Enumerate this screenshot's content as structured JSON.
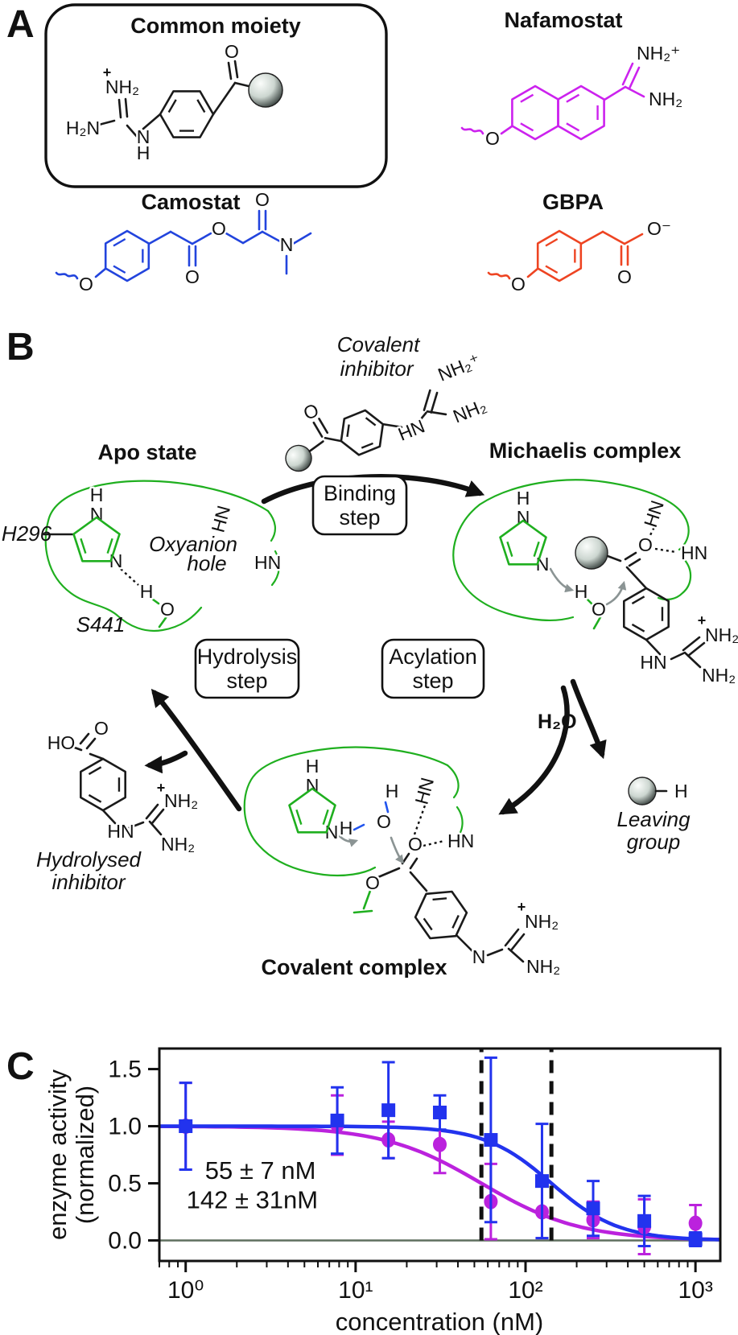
{
  "figure": {
    "panel_a_label": "A",
    "panel_b_label": "B",
    "panel_c_label": "C"
  },
  "colors": {
    "black": "#1a1a1a",
    "enzyme_green": "#1faf1f",
    "water_blue": "#2255ee",
    "nafamostat_magenta": "#cc22ee",
    "camostat_blue": "#2244dd",
    "gbpa_orange": "#ee4422",
    "chart_magenta": "#bb22dd",
    "chart_blue": "#2233ee",
    "zero_line": "#5f6f5f"
  },
  "atoms": {
    "NH2": "NH₂",
    "NH2plus": "NH₂⁺",
    "H2N": "H₂N",
    "HN": "HN",
    "N": "N",
    "H": "H",
    "O": "O",
    "HO": "HO",
    "Ominus": "O⁻",
    "plus": "+",
    "H2O": "H₂O"
  },
  "panelA": {
    "common_moiety_title": "Common moiety",
    "nafamostat_title": "Nafamostat",
    "camostat_title": "Camostat",
    "gbpa_title": "GBPA"
  },
  "panelB": {
    "covalent_inhibitor": [
      "Covalent",
      "inhibitor"
    ],
    "apo_state": "Apo state",
    "michaelis_complex": "Michaelis complex",
    "covalent_complex": "Covalent complex",
    "binding_step": [
      "Binding",
      "step"
    ],
    "acylation_step": [
      "Acylation",
      "step"
    ],
    "hydrolysis_step": [
      "Hydrolysis",
      "step"
    ],
    "residue_his": "H296",
    "residue_ser": "S441",
    "oxyanion_hole": [
      "Oxyanion",
      "hole"
    ],
    "leaving_group": [
      "Leaving",
      "group"
    ],
    "hydrolysed_inhibitor": [
      "Hydrolysed",
      "inhibitor"
    ],
    "water": "H₂O"
  },
  "chart_data": {
    "type": "scatter",
    "xlabel": "concentration (nM)",
    "ylabel_lines": [
      "enzyme activity",
      "(normalized)"
    ],
    "x_scale": "log",
    "xlim": [
      0.7,
      1400
    ],
    "ylim": [
      -0.18,
      1.68
    ],
    "yticks": [
      0.0,
      0.5,
      1.0,
      1.5
    ],
    "xticks": [
      1,
      10,
      100,
      1000
    ],
    "xtick_labels": [
      "10⁰",
      "10¹",
      "10²",
      "10³"
    ],
    "vlines": [
      55,
      142
    ],
    "hline": 0,
    "series": [
      {
        "name": "magenta-circles",
        "marker": "circle",
        "color": "#bb22dd",
        "ic50": 55,
        "hill": 1.5,
        "x": [
          1,
          7.8,
          15.6,
          31.3,
          62.5,
          125,
          250,
          500,
          1000
        ],
        "y": [
          1.0,
          1.01,
          0.88,
          0.84,
          0.34,
          0.25,
          0.18,
          0.12,
          0.15
        ],
        "yerr": [
          0.38,
          0.26,
          0.16,
          0.25,
          0.33,
          0.23,
          0.16,
          0.24,
          0.16
        ]
      },
      {
        "name": "blue-squares",
        "marker": "square",
        "color": "#2233ee",
        "ic50": 142,
        "hill": 2.2,
        "x": [
          1,
          7.8,
          15.6,
          31.3,
          62.5,
          125,
          250,
          500,
          1000
        ],
        "y": [
          1.0,
          1.05,
          1.14,
          1.12,
          0.88,
          0.52,
          0.28,
          0.17,
          0.01
        ],
        "yerr": [
          0.38,
          0.29,
          0.42,
          0.15,
          0.72,
          0.5,
          0.24,
          0.22,
          0.06
        ]
      }
    ],
    "annotations": [
      {
        "text": "55 ± 7  nM",
        "x": 1.3,
        "y": 0.54,
        "color": "#bb22dd"
      },
      {
        "text": "142 ± 31nM",
        "x": 1.01,
        "y": 0.28,
        "color": "#2233ee"
      }
    ]
  }
}
